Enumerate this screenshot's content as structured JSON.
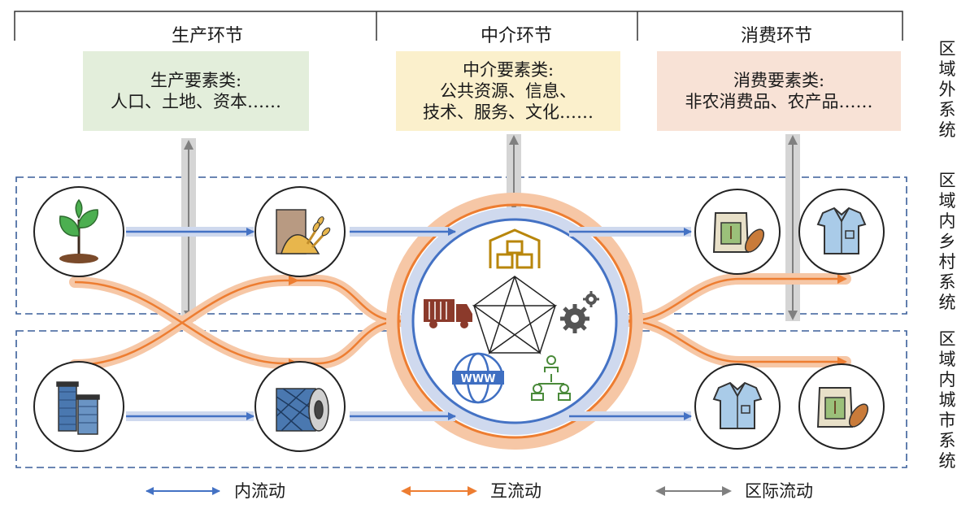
{
  "stages": {
    "production": "生产环节",
    "intermediary": "中介环节",
    "consumption": "消费环节"
  },
  "boxes": {
    "production": {
      "line1": "生产要素类:",
      "line2": "人口、土地、资本……",
      "color": "#e3eedb"
    },
    "intermediary": {
      "line1": "中介要素类:",
      "line2": "公共资源、信息、",
      "line3": "技术、服务、文化……",
      "color": "#fbf0cc"
    },
    "consumption": {
      "line1": "消费要素类:",
      "line2": "非农消费品、农产品……",
      "color": "#f8e2d6"
    }
  },
  "side_labels": {
    "external": "区域外系统",
    "rural": "区域内乡村系统",
    "urban": "区域内城市系统"
  },
  "legend": {
    "inner_flow": "内流动",
    "mutual_flow": "互流动",
    "international_flow": "区际流动"
  },
  "colors": {
    "inner": "#4472c4",
    "mutual": "#ed7d31",
    "external": "#808080",
    "dashed_border": "#3a5f9a"
  },
  "icons": [
    "seedling-icon",
    "grain-bag-icon",
    "warehouse-icon",
    "truck-icon",
    "gear-icon",
    "www-icon",
    "network-people-icon",
    "flour-bread-icon",
    "shirt-icon",
    "yarn-spools-icon",
    "fabric-roll-icon"
  ]
}
